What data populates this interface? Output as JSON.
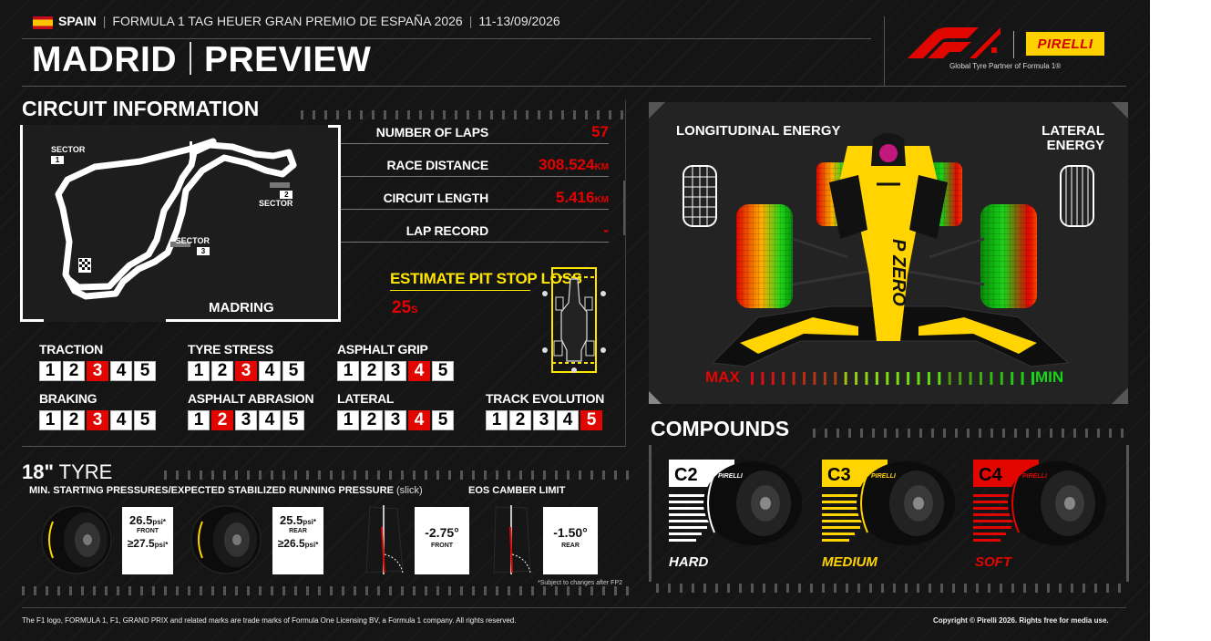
{
  "header": {
    "country": "SPAIN",
    "event": "FORMULA 1 TAG HEUER GRAN PREMIO DE ESPAÑA 2026",
    "dates": "11-13/09/2026",
    "title_city": "MADRID",
    "title_type": "PREVIEW",
    "pirelli_logo": "PIRELLI",
    "partner_text": "Global Tyre Partner of Formula 1®"
  },
  "circuit": {
    "heading": "CIRCUIT INFORMATION",
    "map_name": "MADRING",
    "sectors": [
      {
        "label": "SECTOR",
        "num": "1"
      },
      {
        "label": "SECTOR",
        "num": "2"
      },
      {
        "label": "SECTOR",
        "num": "3"
      }
    ],
    "stats": [
      {
        "label": "NUMBER OF LAPS",
        "value": "57",
        "unit": ""
      },
      {
        "label": "RACE DISTANCE",
        "value": "308.524",
        "unit": "KM"
      },
      {
        "label": "CIRCUIT LENGTH",
        "value": "5.416",
        "unit": "KM"
      },
      {
        "label": "LAP RECORD",
        "value": "-",
        "unit": ""
      }
    ],
    "pit_stop": {
      "label": "ESTIMATE PIT STOP LOSS",
      "value": "25",
      "unit": "S"
    }
  },
  "ratings": [
    {
      "label": "TRACTION",
      "value": 3
    },
    {
      "label": "TYRE STRESS",
      "value": 3
    },
    {
      "label": "ASPHALT GRIP",
      "value": 4
    },
    {
      "label": "BRAKING",
      "value": 3
    },
    {
      "label": "ASPHALT ABRASION",
      "value": 2
    },
    {
      "label": "LATERAL",
      "value": 4
    },
    {
      "label": "TRACK EVOLUTION",
      "value": 5
    }
  ],
  "rating_scale": [
    "1",
    "2",
    "3",
    "4",
    "5"
  ],
  "tyre": {
    "size": "18\"",
    "word": "TYRE",
    "pressures_heading": "MIN. STARTING PRESSURES/EXPECTED STABILIZED RUNNING PRESSURE",
    "pressures_note": "(slick)",
    "front": {
      "start": "26.5",
      "unit": "psi*",
      "label": "FRONT",
      "running": "≥27.5"
    },
    "rear": {
      "start": "25.5",
      "unit": "psi*",
      "label": "REAR",
      "running": "≥26.5"
    },
    "camber_heading": "EOS CAMBER LIMIT",
    "camber_front": {
      "value": "-2.75°",
      "label": "FRONT"
    },
    "camber_rear": {
      "value": "-1.50°",
      "label": "REAR"
    },
    "note": "*Subject to changes after FP2",
    "sidewall_brand": "PIRELLI"
  },
  "energy": {
    "longitudinal": "LONGITUDINAL ENERGY",
    "lateral": "LATERAL ENERGY",
    "max": "MAX",
    "min": "MIN"
  },
  "compounds": {
    "heading": "COMPOUNDS",
    "items": [
      {
        "code": "C2",
        "name": "HARD",
        "color": "#ffffff"
      },
      {
        "code": "C3",
        "name": "MEDIUM",
        "color": "#ffd400"
      },
      {
        "code": "C4",
        "name": "SOFT",
        "color": "#e10600"
      }
    ]
  },
  "footer": {
    "left": "The F1 logo, FORMULA 1, F1, GRAND PRIX and related marks are trade marks of Formula One Licensing BV, a Formula 1 company. All rights reserved.",
    "right": "Copyright © Pirelli 2026. Rights free for media use."
  },
  "colors": {
    "accent_red": "#e10600",
    "yellow": "#ffd400",
    "background": "#151515"
  }
}
